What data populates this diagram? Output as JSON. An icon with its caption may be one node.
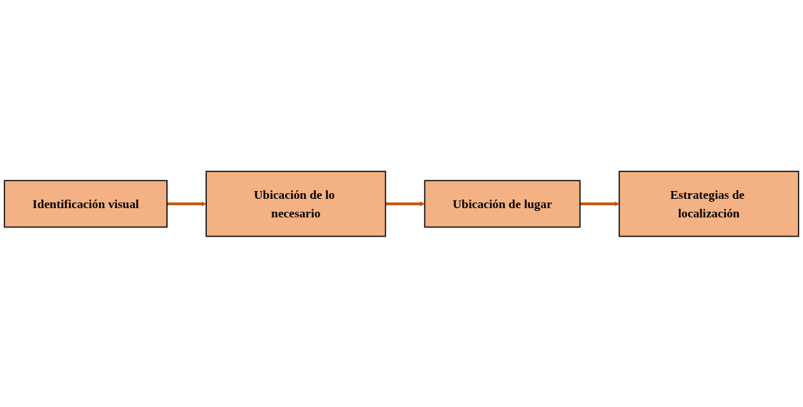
{
  "diagram": {
    "nodes": [
      {
        "text": [
          "Identificación visual"
        ]
      },
      {
        "text": [
          "Ubicación de lo necesario"
        ]
      },
      {
        "text": [
          "Estrategias de localización"
        ]
      },
      {
        "text": [
          "Ubicación de lugar"
        ]
      }
    ],
    "edges": [
      {
        "from": 0,
        "to": 1,
        "arrow": "to"
      },
      {
        "from": 1,
        "to": 3,
        "arrow": "to"
      },
      {
        "from": 3,
        "to": 2,
        "arrow": "to"
      }
    ]
  }
}
